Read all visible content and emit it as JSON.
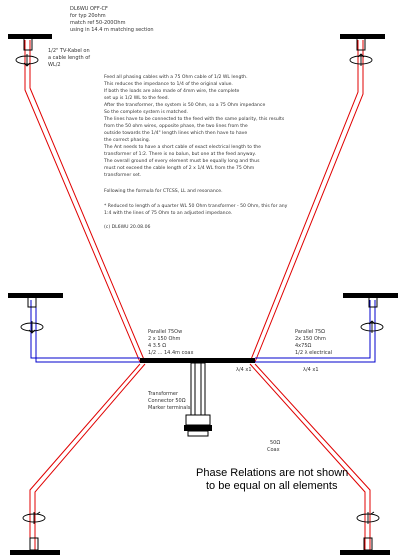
{
  "header": {
    "lines": [
      "DL6WU OFF-CF",
      "for typ 20ohm",
      "match ref 50-200Ohm",
      "using in 14.4 m matching section"
    ]
  },
  "left_top_label": [
    "1/2\" TV-Kabel on",
    "a cable length of",
    "WL/2"
  ],
  "notes": {
    "bullets": [
      "Feed all phasing cables with a 75 Ohm cable of 1/2 WL length.",
      "This reduces the impedance to 1/4 of the original value.",
      "If both the loads are also made of 4mm wire, the complete",
      "set up is 1/2 WL to the feed.",
      "After the transformer, the system is 50 Ohm, so a 75 Ohm impedance",
      "So the complete system is matched.",
      "The lines have to be connected to the feed with the same polarity, this results",
      "from the 50 ohm wires, opposite phase, the two lines from the",
      "outside towards the 1/4\" length lines which then have to have",
      "the correct phasing.",
      "The Ant needs to have a short cable of exact electrical length to the",
      "transformer of 1:2. There is no balun, but one at the feed anyway.",
      "The overall ground of every element must be equally long and thus",
      "must not exceed the cable length of 2 x 1/4 WL from the 75 Ohm",
      "transformer set."
    ],
    "section": "Following the formula for CTCSS, LL and resonance.",
    "footnote": [
      "* Reduced to length of a quarter WL 50 Ohm transformer - 50 Ohm, this for any",
      "  1:4 with the lines of 75 Ohm to an adjusted impedance."
    ],
    "copyright": "(c) DL6WU 20.08.06"
  },
  "center_labels": {
    "left": [
      "Parallel 75Ow",
      "2 x 150 Ohm",
      "4 3.5 Ω",
      "1/2 ... 14.4m coax"
    ],
    "right": [
      "Parallel 75Ω",
      "2x 150 Ohm",
      "4x75Ω",
      "1/2 λ electrical"
    ],
    "left_wl": "λ/4 x1",
    "right_wl": "λ/4 x1"
  },
  "transformer_label": [
    "Transformer",
    "Connector 50Ω",
    "Marker terminals"
  ],
  "feed_label": [
    "50Ω",
    "Coax"
  ],
  "phase_note": [
    "Phase Relations are not shown",
    "to be equal on all elements"
  ],
  "colors": {
    "feedline": "#e00000",
    "phasing": "#0000cc",
    "element": "#000000"
  }
}
